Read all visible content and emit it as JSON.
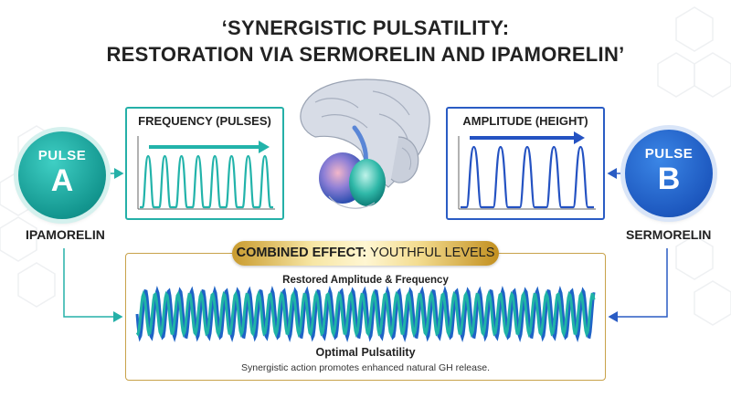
{
  "title": {
    "line1": "‘SYNERGISTIC PULSATILITY:",
    "line2": "RESTORATION VIA SERMORELIN AND IPAMORELIN’"
  },
  "pulse_a": {
    "small": "PULSE",
    "letter": "A",
    "label": "IPAMORELIN",
    "color": "#1aa59d"
  },
  "pulse_b": {
    "small": "PULSE",
    "letter": "B",
    "label": "SERMORELIN",
    "color": "#1f5fc9"
  },
  "frequency_panel": {
    "title": "FREQUENCY (PULSES)",
    "pulse_count": 8,
    "color": "#22b3aa"
  },
  "amplitude_panel": {
    "title": "AMPLITUDE (HEIGHT)",
    "pulse_count": 5,
    "color": "#2452c2"
  },
  "combined": {
    "banner_bold": "COMBINED EFFECT:",
    "banner_rest": " YOUTHFUL LEVELS",
    "restored": "Restored Amplitude & Frequency",
    "optimal": "Optimal Pulsatility",
    "caption": "Synergistic action promotes enhanced natural GH release.",
    "wave_colors": [
      "#1e63c6",
      "#1fb3a6"
    ]
  }
}
